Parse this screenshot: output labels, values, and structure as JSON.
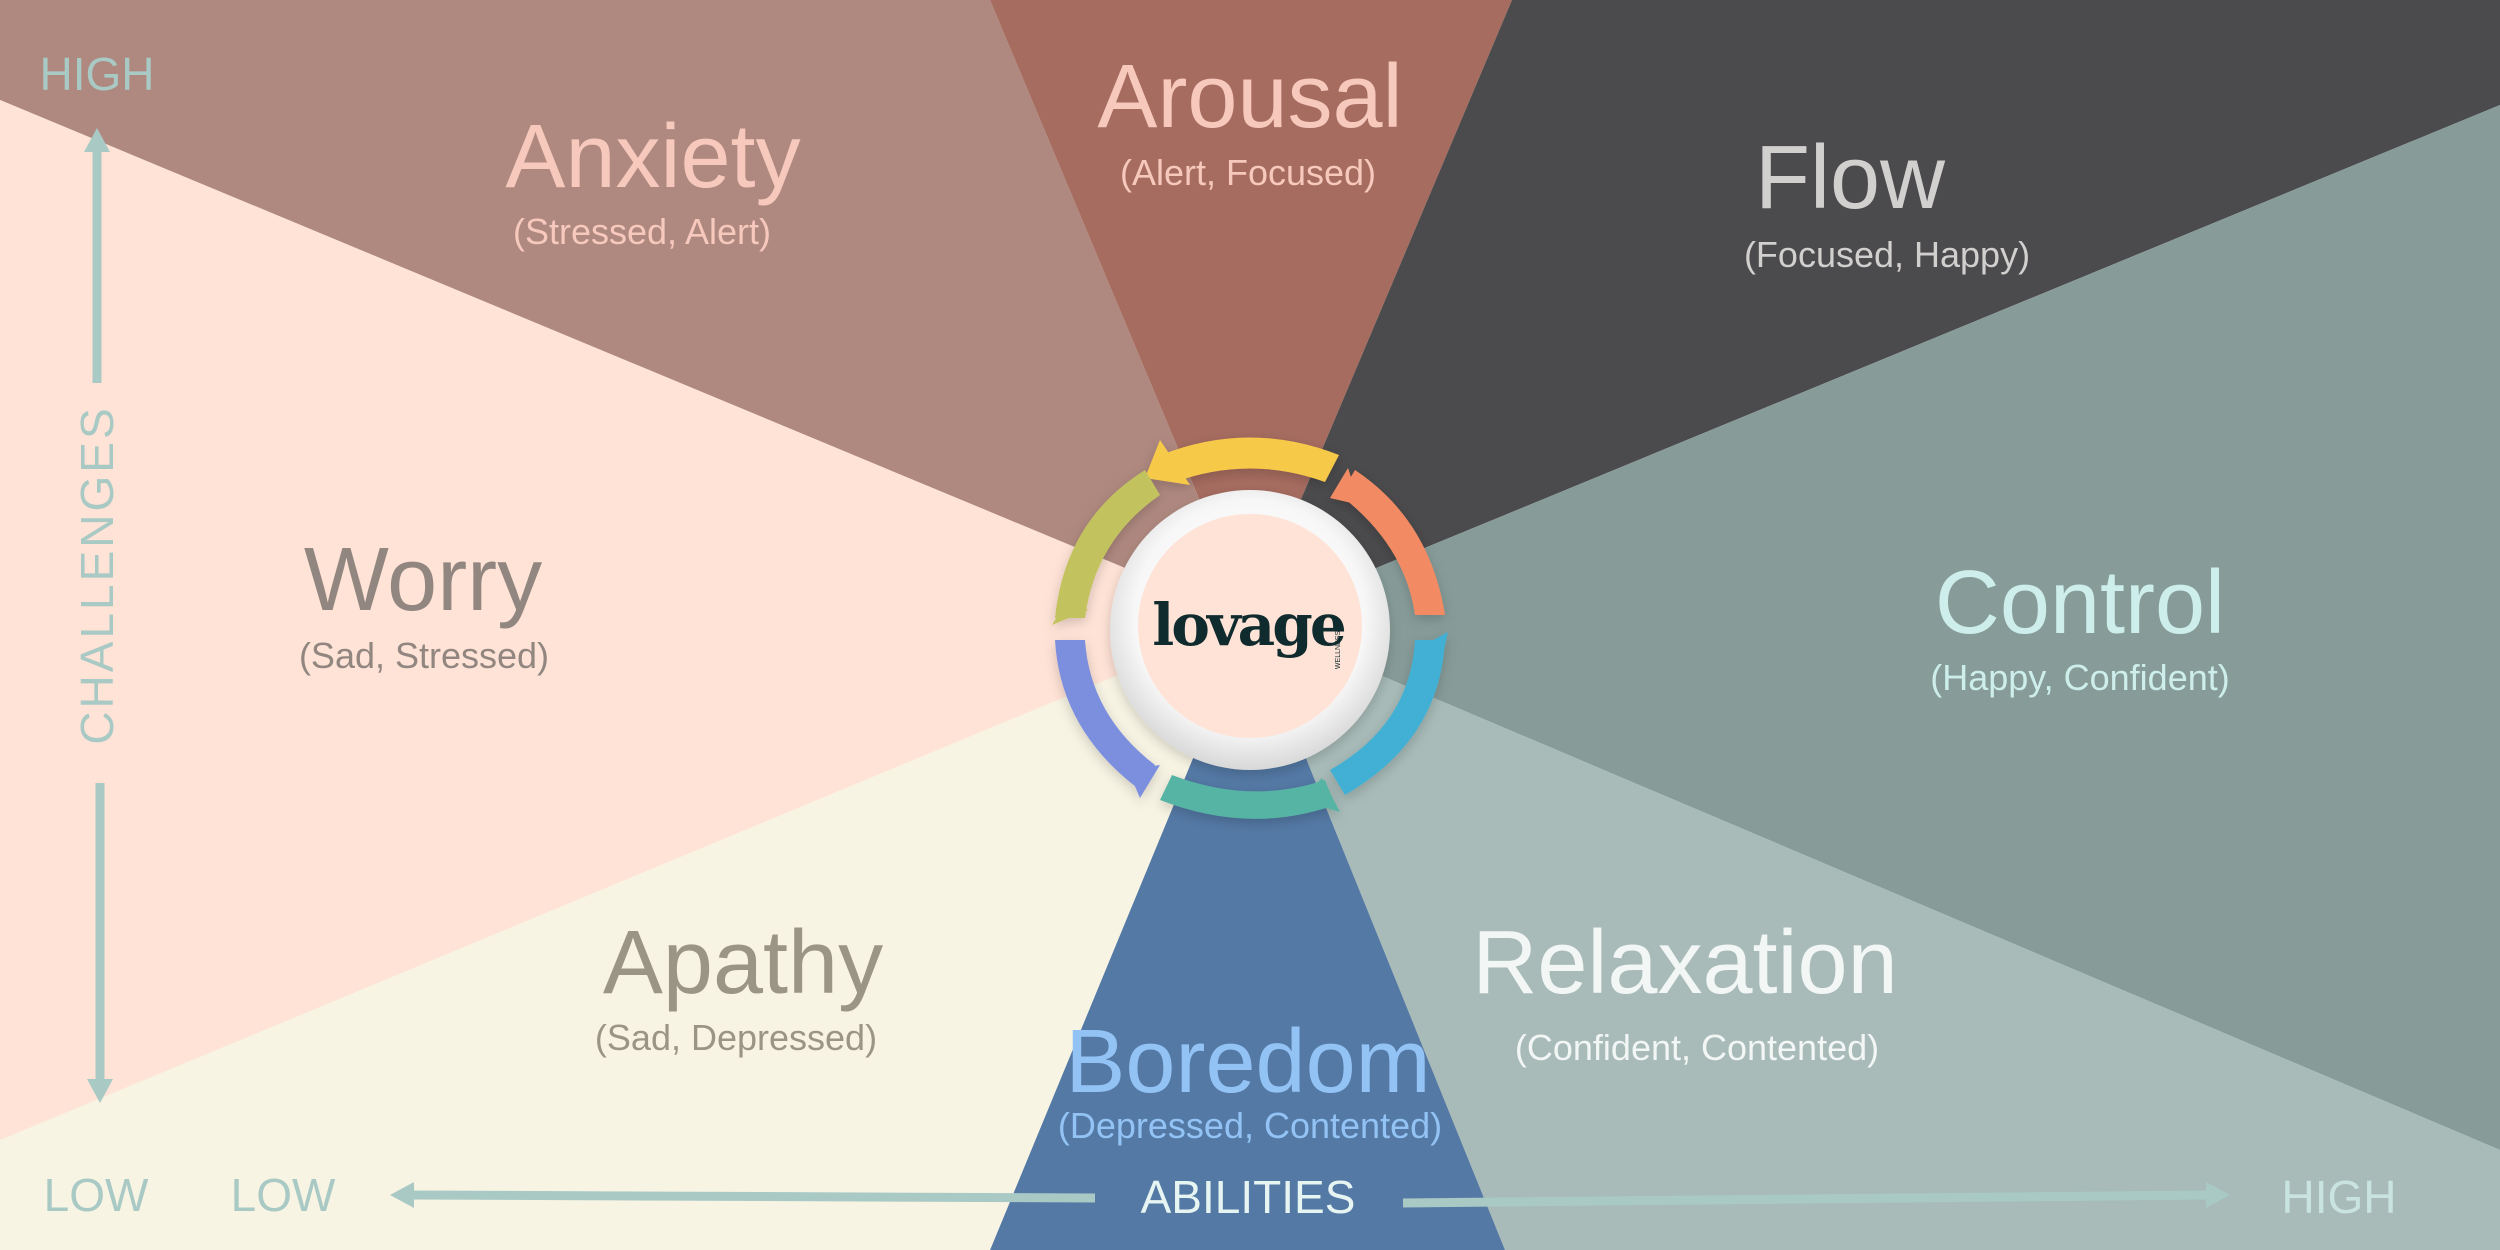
{
  "colors": {
    "anxiety": "#af8980",
    "arousal": "#a66c60",
    "flow": "#4b4a4c",
    "control": "#879c99",
    "relaxation": "#a8bbb8",
    "boredom": "#5479a5",
    "apathy": "#f8f4e4",
    "worry": "#ffe3d6",
    "axis": "#a9c9c5"
  },
  "logo_text": "lovage",
  "zones": {
    "arousal": {
      "title": "Arousal",
      "subtitle": "(Alert, Focused)"
    },
    "anxiety": {
      "title": "Anxiety",
      "subtitle": "(Stressed, Alert)"
    },
    "flow": {
      "title": "Flow",
      "subtitle": "(Focused, Happy)"
    },
    "worry": {
      "title": "Worry",
      "subtitle": "(Sad, Stressed)"
    },
    "control": {
      "title": "Control",
      "subtitle": "(Happy, Confident)"
    },
    "apathy": {
      "title": "Apathy",
      "subtitle": "(Sad, Depressed)"
    },
    "relaxation": {
      "title": "Relaxation",
      "subtitle": "(Confident, Contented)"
    },
    "boredom": {
      "title": "Boredom",
      "subtitle": "(Depressed, Contented)"
    }
  },
  "axes": {
    "challenges": {
      "label": "CHALLENGES",
      "high": "HIGH",
      "low": "LOW"
    },
    "abilities": {
      "label": "ABILITIES",
      "low": "LOW",
      "high": "HIGH"
    }
  }
}
